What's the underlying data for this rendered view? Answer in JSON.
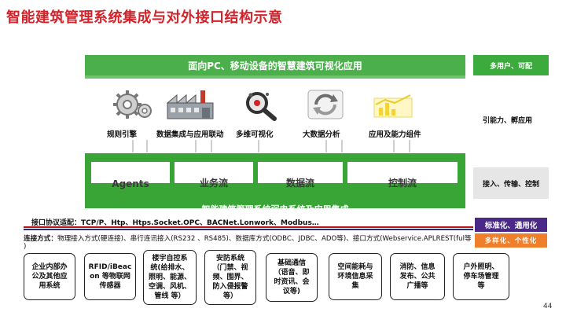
{
  "title": "智能建筑管理系统集成与对外接口结构示意",
  "top_banner": "面向PC、移动设备的智慧建筑可视化应用",
  "icons": [
    {
      "name": "gears-icon",
      "label": "规则引擎"
    },
    {
      "name": "factory-icon",
      "label": "数据集成与应用联动"
    },
    {
      "name": "magnifier-icon",
      "label": "多维可视化"
    },
    {
      "name": "refresh-cycle-icon",
      "label": "大数据分析"
    },
    {
      "name": "chart-icon",
      "label": "应用及能力组件"
    }
  ],
  "flows": [
    "Agents",
    "业务流",
    "数据流",
    "控制流"
  ],
  "mid_title": "智能建筑管理系统弱电系统及应用集成",
  "right": {
    "top_box": "多用户、可配",
    "mid_label": "引能力、孵应用",
    "gray_box": "接入、传输、控制",
    "purple_box": "标准化、通用化",
    "orange_box": "多样化、个性化"
  },
  "protocol": "接口协议适配：TCP/P、Htp、Htps.Socket.OPC、BACNet.Lonwork、Modbus…",
  "connection": {
    "label": "连接方式：",
    "text": "物理接入方式(硬连接)、串行连讯接入(RS232 、RS485)、数据库方式(ODBC、JDBC、ADO等)、接口方式(Webservice.APLREST(ful等",
    "tail": ")"
  },
  "bottom_boxes": [
    "企业内部办\n公及其他应\n用系统",
    "RFID/iBeac\non 等物联网\n传感器",
    "楼宇自控系\n统(给排水、\n照明、能源、\n空调、风机、\n管线 等）",
    "安防系统\n（门禁、视\n频、围界、\n防入侵报警\n等）",
    "基础通信\n（语音、即\n时资讯、会\n议等)",
    "空间能耗与\n环境信息采\n集",
    "消防、信息\n发布、公共\n广播等",
    "户外照明、\n停车场管理\n等"
  ],
  "page_number": "44",
  "colors": {
    "title_red": "#d3232a",
    "banner_green": "#4bb04b",
    "block_green": "#38a536",
    "purple": "#4a2a86",
    "orange": "#f07f2c"
  }
}
